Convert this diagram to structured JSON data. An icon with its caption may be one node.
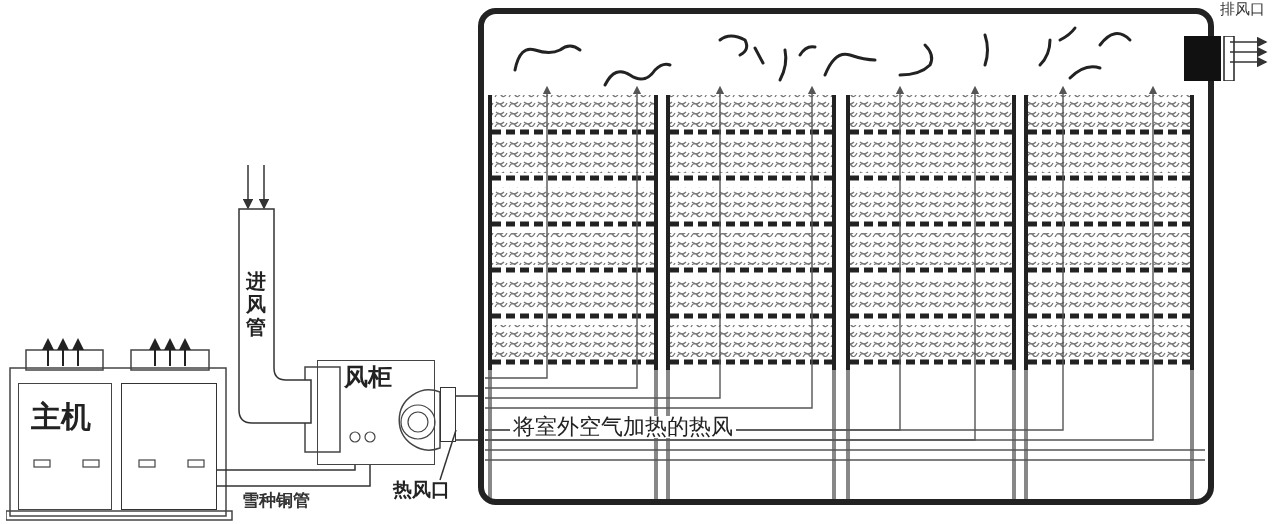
{
  "diagram": {
    "nodes": [
      {
        "text": [
          "主机"
        ]
      },
      {
        "text": [],
        "shape": "box"
      },
      {
        "text": [
          "风柜"
        ]
      },
      {
        "text": [
          "进风管"
        ]
      },
      {
        "text": [],
        "shape": "box"
      },
      {
        "text": [
          "热风口"
        ]
      },
      {
        "text": [],
        "shape": "box"
      },
      {
        "text": [],
        "shape": "box",
        "beside": [
          "排风口"
        ],
        "in": 4
      }
    ],
    "edges": [
      {
        "from": 1,
        "to": 2,
        "arrow": "none"
      },
      {
        "from": 1,
        "to": 2,
        "arrow": "none",
        "label": "雪种铜管"
      },
      {
        "from": null,
        "to": 3,
        "arrow": "to"
      },
      {
        "from": null,
        "to": 3,
        "arrow": "to"
      },
      {
        "from": 7,
        "to": null,
        "arrow": "to"
      },
      {
        "from": 7,
        "to": null,
        "arrow": "to"
      },
      {
        "from": 7,
        "to": null,
        "arrow": "to"
      },
      {
        "from": 5,
        "to": 6,
        "arrow": "none"
      },
      {
        "from": 6,
        "to": 4,
        "arrow": "none"
      }
    ],
    "labels": [
      "将室外空气加热的热风"
    ]
  }
}
